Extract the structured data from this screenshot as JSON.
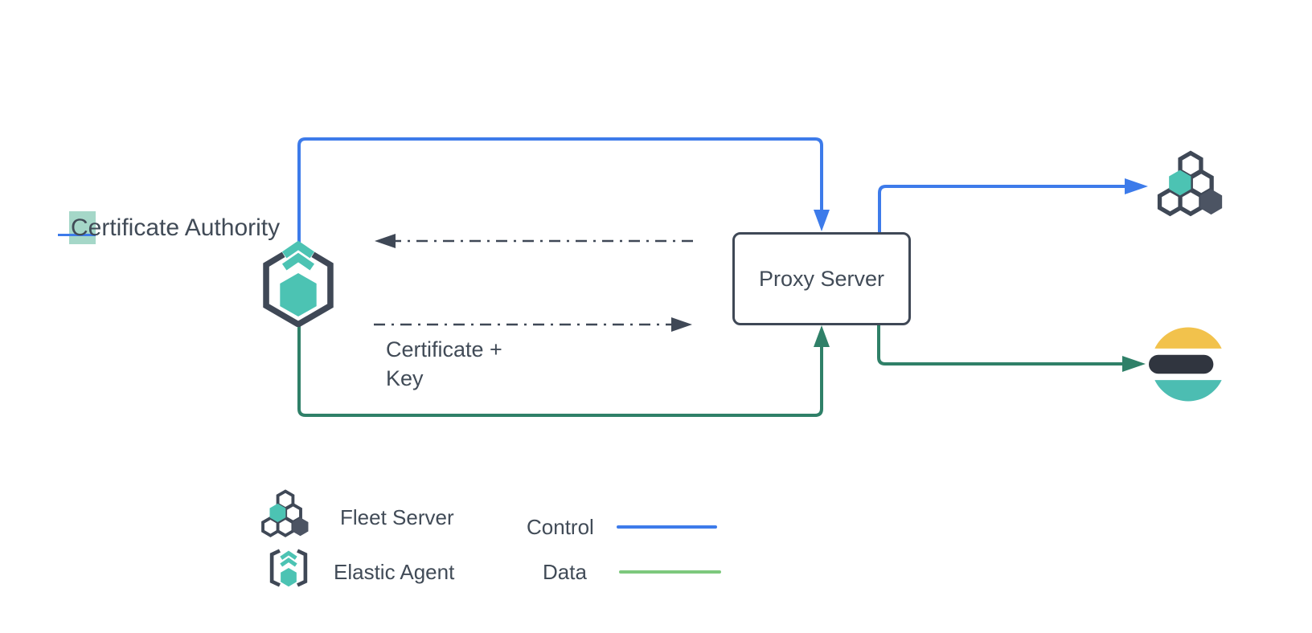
{
  "diagram": {
    "certificate_authority_label": "Certificate Authority",
    "proxy_server_label": "Proxy Server",
    "certificate_key_label": "Certificate +\nKey"
  },
  "legend": {
    "fleet_server_label": "Fleet Server",
    "elastic_agent_label": "Elastic Agent",
    "control_label": "Control",
    "data_label": "Data"
  },
  "icons": {
    "elastic_agent": "elastic-agent-icon",
    "fleet_server": "fleet-server-icon",
    "elasticsearch": "elasticsearch-icon"
  },
  "colors": {
    "control_blue": "#3d7bea",
    "data_green": "#2f8068",
    "data_green_legend": "#7dc87d",
    "teal": "#4cc3b3",
    "dark_slate": "#3f4856",
    "fleet_dark_hex": "#4c5463",
    "es_dark": "#30353f",
    "es_yellow": "#f2c24c",
    "es_teal": "#4cbdb2",
    "text": "#414b57",
    "selection_highlight": "#a5d7c8",
    "background": "#ffffff"
  }
}
